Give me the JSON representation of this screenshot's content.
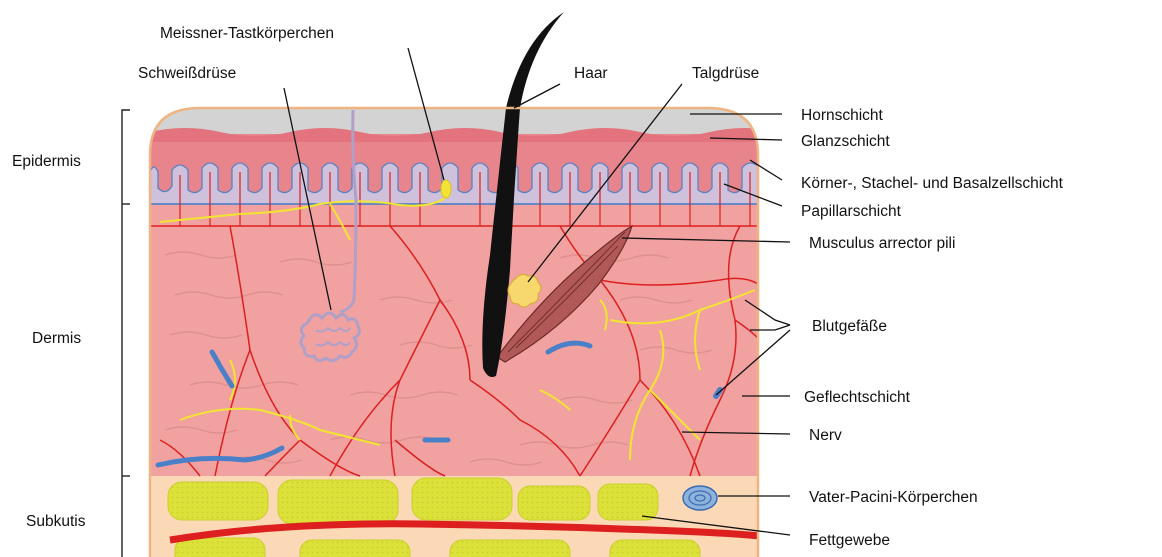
{
  "layers": {
    "epidermis": "Epidermis",
    "dermis": "Dermis",
    "subcutis": "Subkutis"
  },
  "labels": {
    "meissner": "Meissner-Tastkörperchen",
    "sweat_gland": "Schweißdrüse",
    "hair": "Haar",
    "sebaceous_gland": "Talgdrüse",
    "stratum_corneum": "Hornschicht",
    "stratum_lucidum": "Glanzschicht",
    "basal_layers": "Körner-, Stachel- und Basalzellschicht",
    "papillary_layer": "Papillarschicht",
    "arrector_pili": "Musculus arrector pili",
    "blood_vessels": "Blutgefäße",
    "reticular_layer": "Geflechtschicht",
    "nerve": "Nerv",
    "pacini": "Vater-Pacini-Körperchen",
    "fat_tissue": "Fettgewebe"
  },
  "colors": {
    "horn_layer": "#d3d3d3",
    "epidermis": "#e8848c",
    "papillae": "#cfc0dc",
    "dermis": "#f1a2a0",
    "subcutis": "#fbd9b6",
    "fat": "#dde23a",
    "vessel_red": "#dd1f1f",
    "vessel_blue": "#4a80c8",
    "nerve": "#f2e531",
    "hair": "#111111",
    "muscle": "#b15858",
    "outline": "#f0b483"
  }
}
